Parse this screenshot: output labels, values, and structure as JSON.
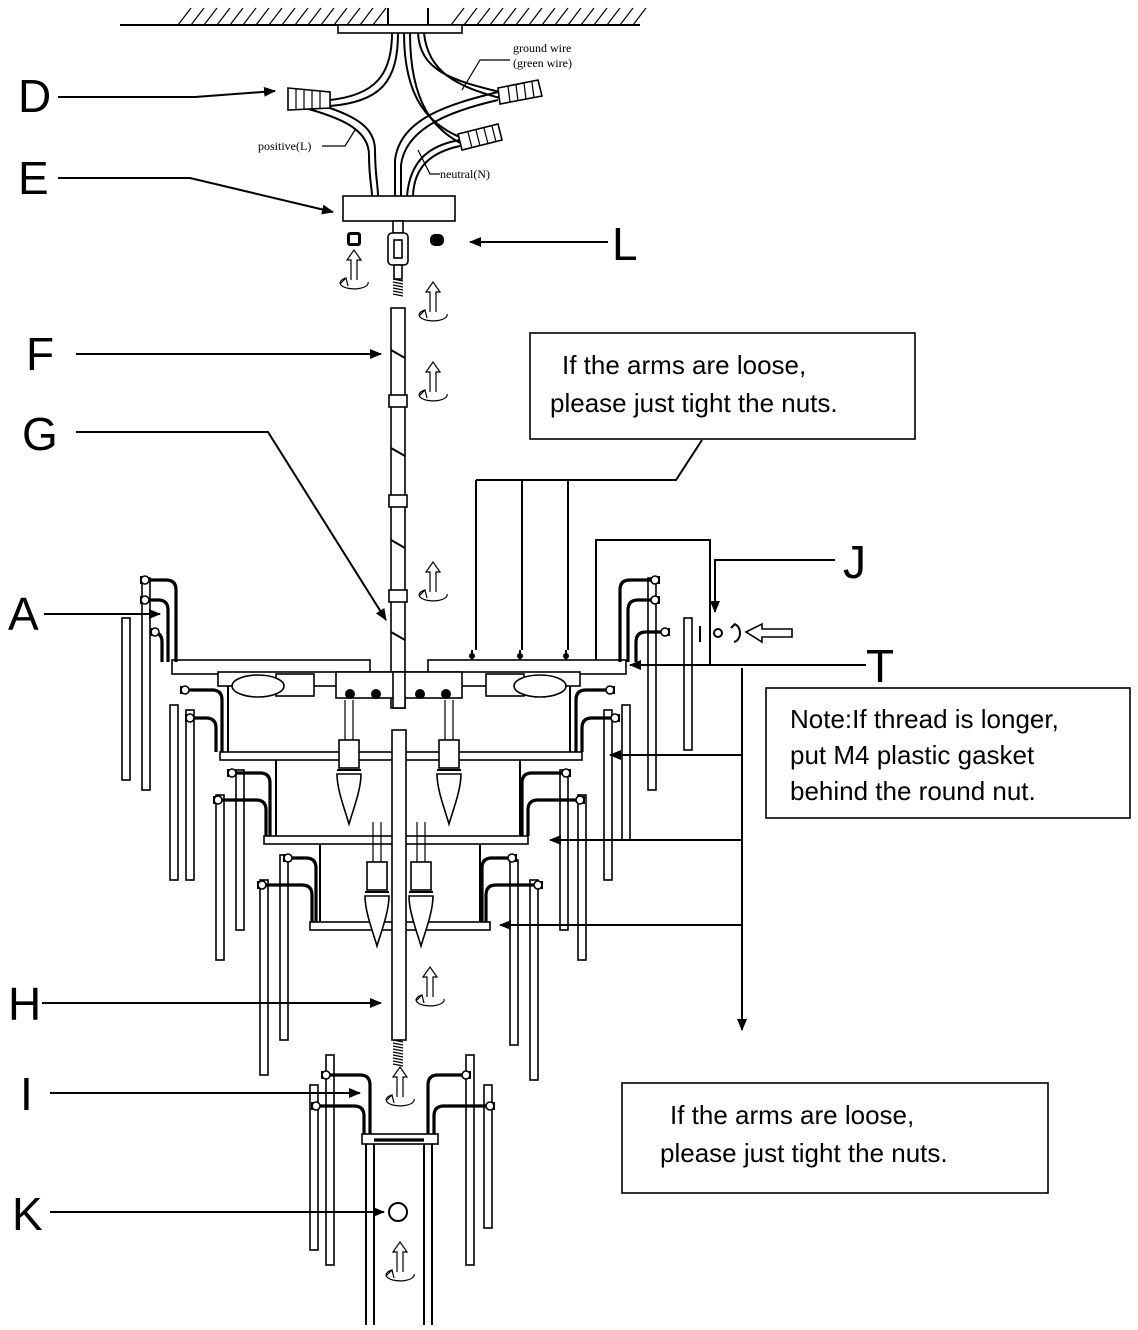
{
  "labels": {
    "D": "D",
    "E": "E",
    "L": "L",
    "F": "F",
    "G": "G",
    "A": "A",
    "J": "J",
    "T": "T",
    "H": "H",
    "I": "I",
    "K": "K"
  },
  "wires": {
    "ground": [
      "ground wire",
      "(green wire)"
    ],
    "positive": "positive(L)",
    "neutral": "neutral(N)"
  },
  "notes": {
    "top": [
      "If the arms are loose,",
      "please just tight the nuts."
    ],
    "thread": [
      "Note:If thread is longer,",
      "put M4 plastic gasket",
      "behind the round nut."
    ],
    "bottom": [
      "If the arms are loose,",
      "please just tight the nuts."
    ]
  },
  "icons": {
    "rotate_arrow": "rotate-arrow-icon",
    "wire_connector": "wire-connector-icon",
    "bulb": "candle-bulb-icon",
    "nut": "nut-icon"
  }
}
